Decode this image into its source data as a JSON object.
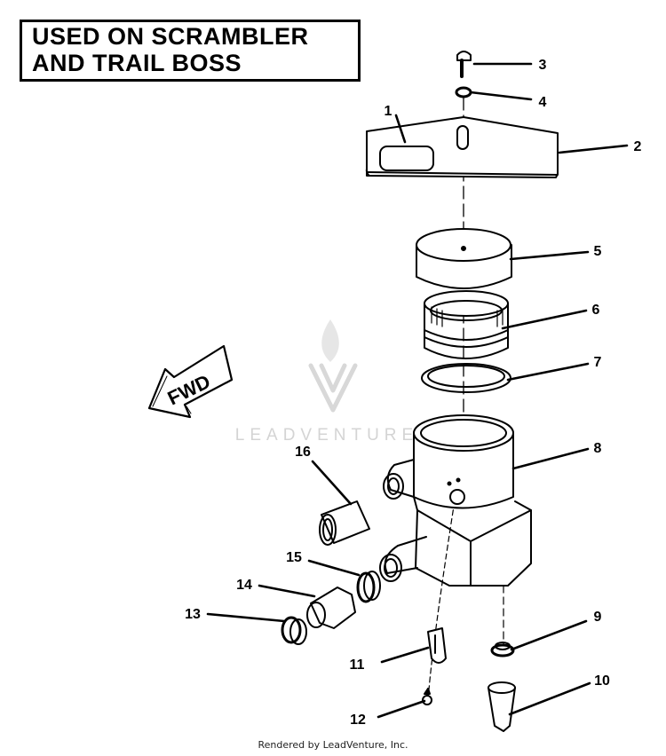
{
  "title": {
    "line1": "USED ON SCRAMBLER",
    "line2": "AND TRAIL BOSS"
  },
  "direction_label": "FWD",
  "watermark": "LEADVENTURE",
  "footer": "Rendered by LeadVenture, Inc.",
  "callouts": [
    {
      "id": "c1",
      "label": "1"
    },
    {
      "id": "c2",
      "label": "2"
    },
    {
      "id": "c3",
      "label": "3"
    },
    {
      "id": "c4",
      "label": "4"
    },
    {
      "id": "c5",
      "label": "5"
    },
    {
      "id": "c6",
      "label": "6"
    },
    {
      "id": "c7",
      "label": "7"
    },
    {
      "id": "c8",
      "label": "8"
    },
    {
      "id": "c9",
      "label": "9"
    },
    {
      "id": "c10",
      "label": "10"
    },
    {
      "id": "c11",
      "label": "11"
    },
    {
      "id": "c12",
      "label": "12"
    },
    {
      "id": "c13",
      "label": "13"
    },
    {
      "id": "c14",
      "label": "14"
    },
    {
      "id": "c15",
      "label": "15"
    },
    {
      "id": "c16",
      "label": "16"
    }
  ],
  "colors": {
    "line": "#000000",
    "watermark": "#d8d8d8",
    "background": "#ffffff"
  }
}
